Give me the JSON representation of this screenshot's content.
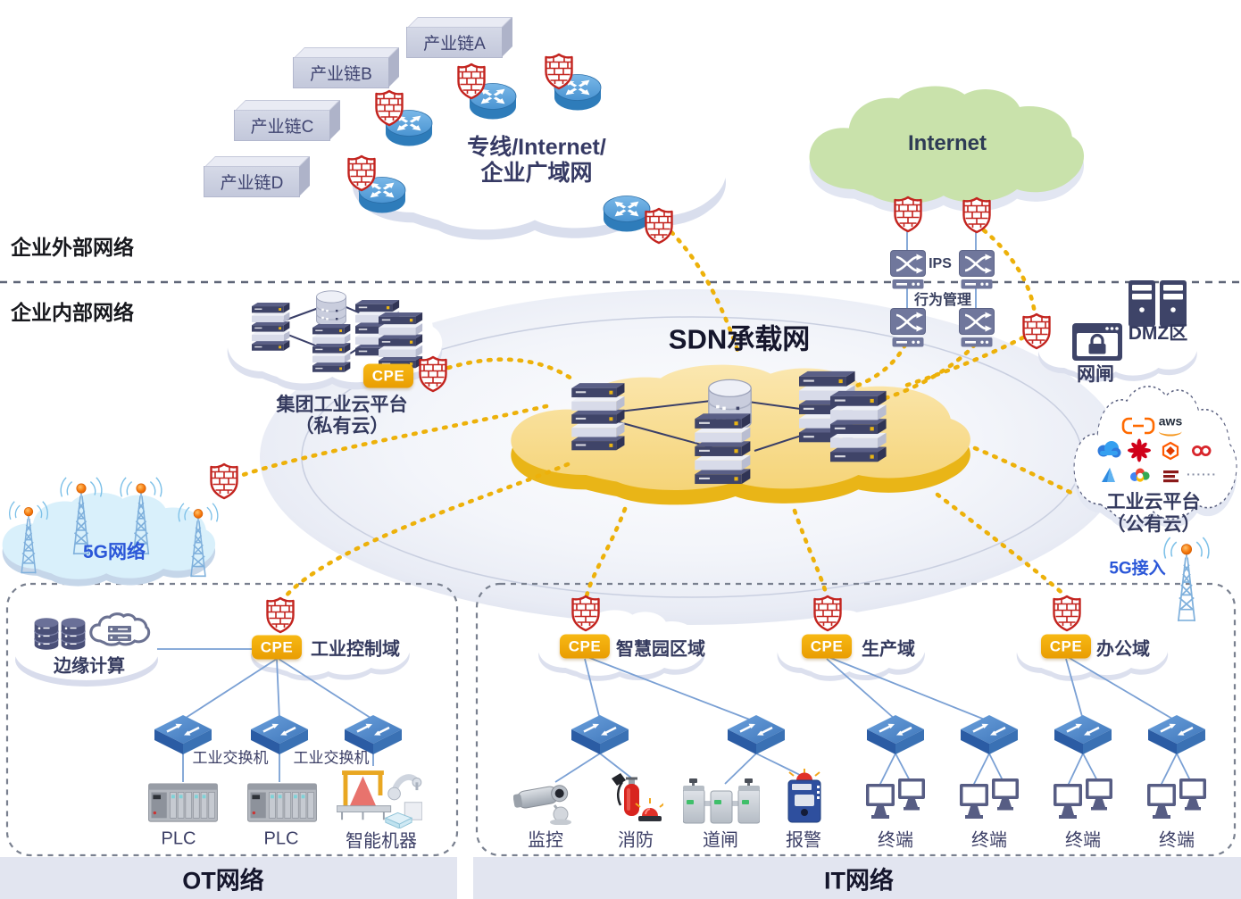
{
  "zones": {
    "external": "企业外部网络",
    "internal": "企业内部网络",
    "ot": "OT网络",
    "it": "IT网络"
  },
  "external": {
    "industry_chains": [
      "产业链A",
      "产业链B",
      "产业链C",
      "产业链D"
    ],
    "wan_line1": "专线/Internet/",
    "wan_line2": "企业广域网",
    "internet": "Internet"
  },
  "security": {
    "ips": "IPS",
    "behavior": "行为管理",
    "dmz": "DMZ区",
    "gateway": "网闸"
  },
  "sdn": {
    "title": "SDN承载网"
  },
  "private_cloud": {
    "line1": "集团工业云平台",
    "line2": "（私有云）",
    "cpe": "CPE"
  },
  "public_cloud": {
    "line1": "工业云平台",
    "line2": "（公有云）",
    "aws_text": "aws",
    "more_text": "······",
    "providers": [
      "alibaba-cloud",
      "aws",
      "tencent-cloud",
      "huawei-cloud",
      "jd-cloud",
      "ucloud",
      "azure",
      "google-cloud",
      "inspur-cloud"
    ]
  },
  "g5": {
    "network": "5G网络",
    "access": "5G接入"
  },
  "ot": {
    "edge": "边缘计算",
    "cpe": "CPE",
    "domain": "工业控制域",
    "switch1": "工业交换机",
    "switch2": "工业交换机",
    "plc1": "PLC",
    "plc2": "PLC",
    "machine": "智能机器"
  },
  "it": {
    "campus": {
      "cpe": "CPE",
      "label": "智慧园区域",
      "d1": "监控",
      "d2": "消防",
      "d3": "道闸",
      "d4": "报警"
    },
    "production": {
      "cpe": "CPE",
      "label": "生产域",
      "t1": "终端",
      "t2": "终端"
    },
    "office": {
      "cpe": "CPE",
      "label": "办公域",
      "t1": "终端",
      "t2": "终端"
    }
  },
  "colors": {
    "accent_yellow": "#edb10a",
    "cpe_orange": "#f0a50a",
    "firewall_red": "#c3241f",
    "link_blue": "#7aa0d4",
    "g5_blue": "#2b57d8",
    "sdn_cloud": "#f6d87f",
    "internet_green": "#c9e2ab"
  }
}
